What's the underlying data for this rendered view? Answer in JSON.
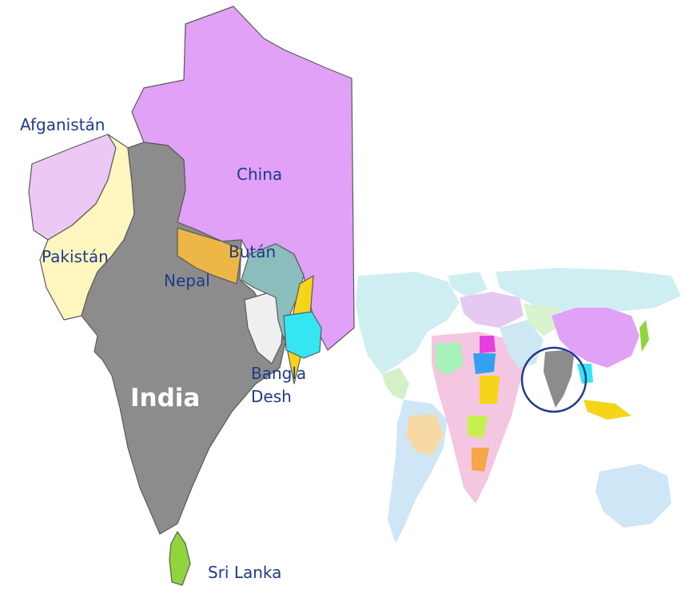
{
  "regional_map": {
    "labels": {
      "afghanistan": "Afganistán",
      "china": "China",
      "pakistan": "Pakistán",
      "bhutan": "Bután",
      "nepal": "Nepal",
      "india": "India",
      "bangladesh_line1": "Bangla",
      "bangladesh_line2": "Desh",
      "sri_lanka": "Sri Lanka"
    },
    "colors": {
      "afghanistan": "#ecc8f4",
      "china": "#e0a1f7",
      "pakistan": "#fff6bf",
      "nepal": "#edb747",
      "bhutan": "#f5cfcf",
      "india": "#8c8c8c",
      "bangladesh": "#efefef",
      "myanmar": "#8bbdbd",
      "thailand": "#f5d51a",
      "laos_cambodia": "#33e6f2",
      "sri_lanka": "#8fd63c",
      "label_text": "#1f3a8a"
    }
  },
  "world_map": {
    "highlight": "South Asia / India circled",
    "colors": {
      "ocean": "#ffffff",
      "default_land": "#cfeef2",
      "highlight_ring": "#1f3a8a"
    }
  }
}
